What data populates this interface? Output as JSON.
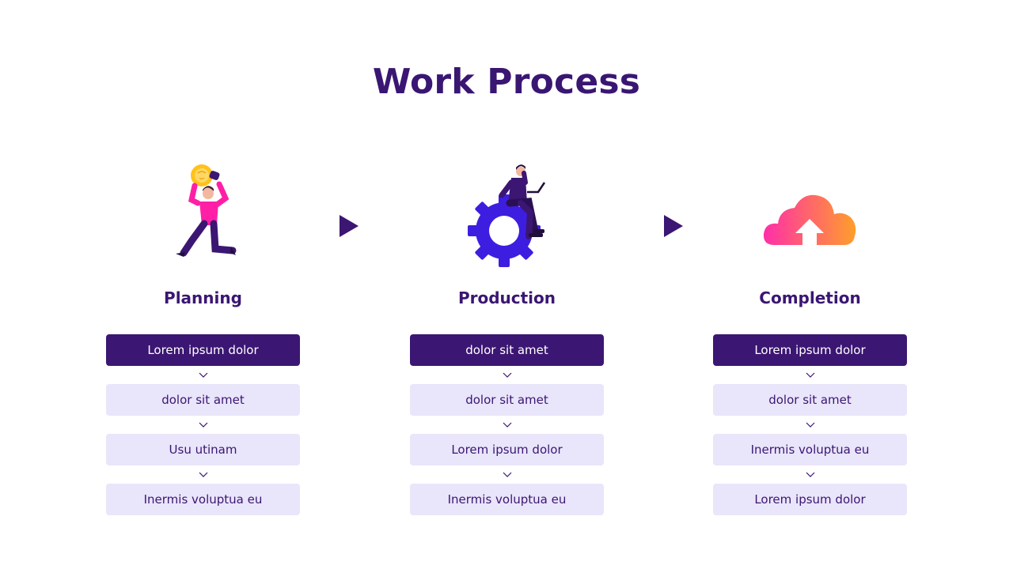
{
  "title": "Work Process",
  "stages": [
    {
      "name": "Planning",
      "icon": "person-lightbulb-illustration",
      "steps": [
        "Lorem ipsum dolor",
        "dolor sit amet",
        "Usu utinam",
        "Inermis voluptua eu"
      ]
    },
    {
      "name": "Production",
      "icon": "person-gear-illustration",
      "steps": [
        "dolor sit amet",
        "dolor sit amet",
        "Lorem ipsum dolor",
        "Inermis voluptua eu"
      ]
    },
    {
      "name": "Completion",
      "icon": "cloud-upload-icon",
      "steps": [
        "Lorem ipsum dolor",
        "dolor sit amet",
        "Inermis voluptua eu",
        "Lorem ipsum dolor"
      ]
    }
  ],
  "colors": {
    "primary": "#3c1673",
    "light": "#e9e5fa",
    "gear": "#3d1ee0",
    "pink": "#ff2fa8",
    "orange": "#ff9a2f",
    "bulb": "#ffc21a"
  }
}
